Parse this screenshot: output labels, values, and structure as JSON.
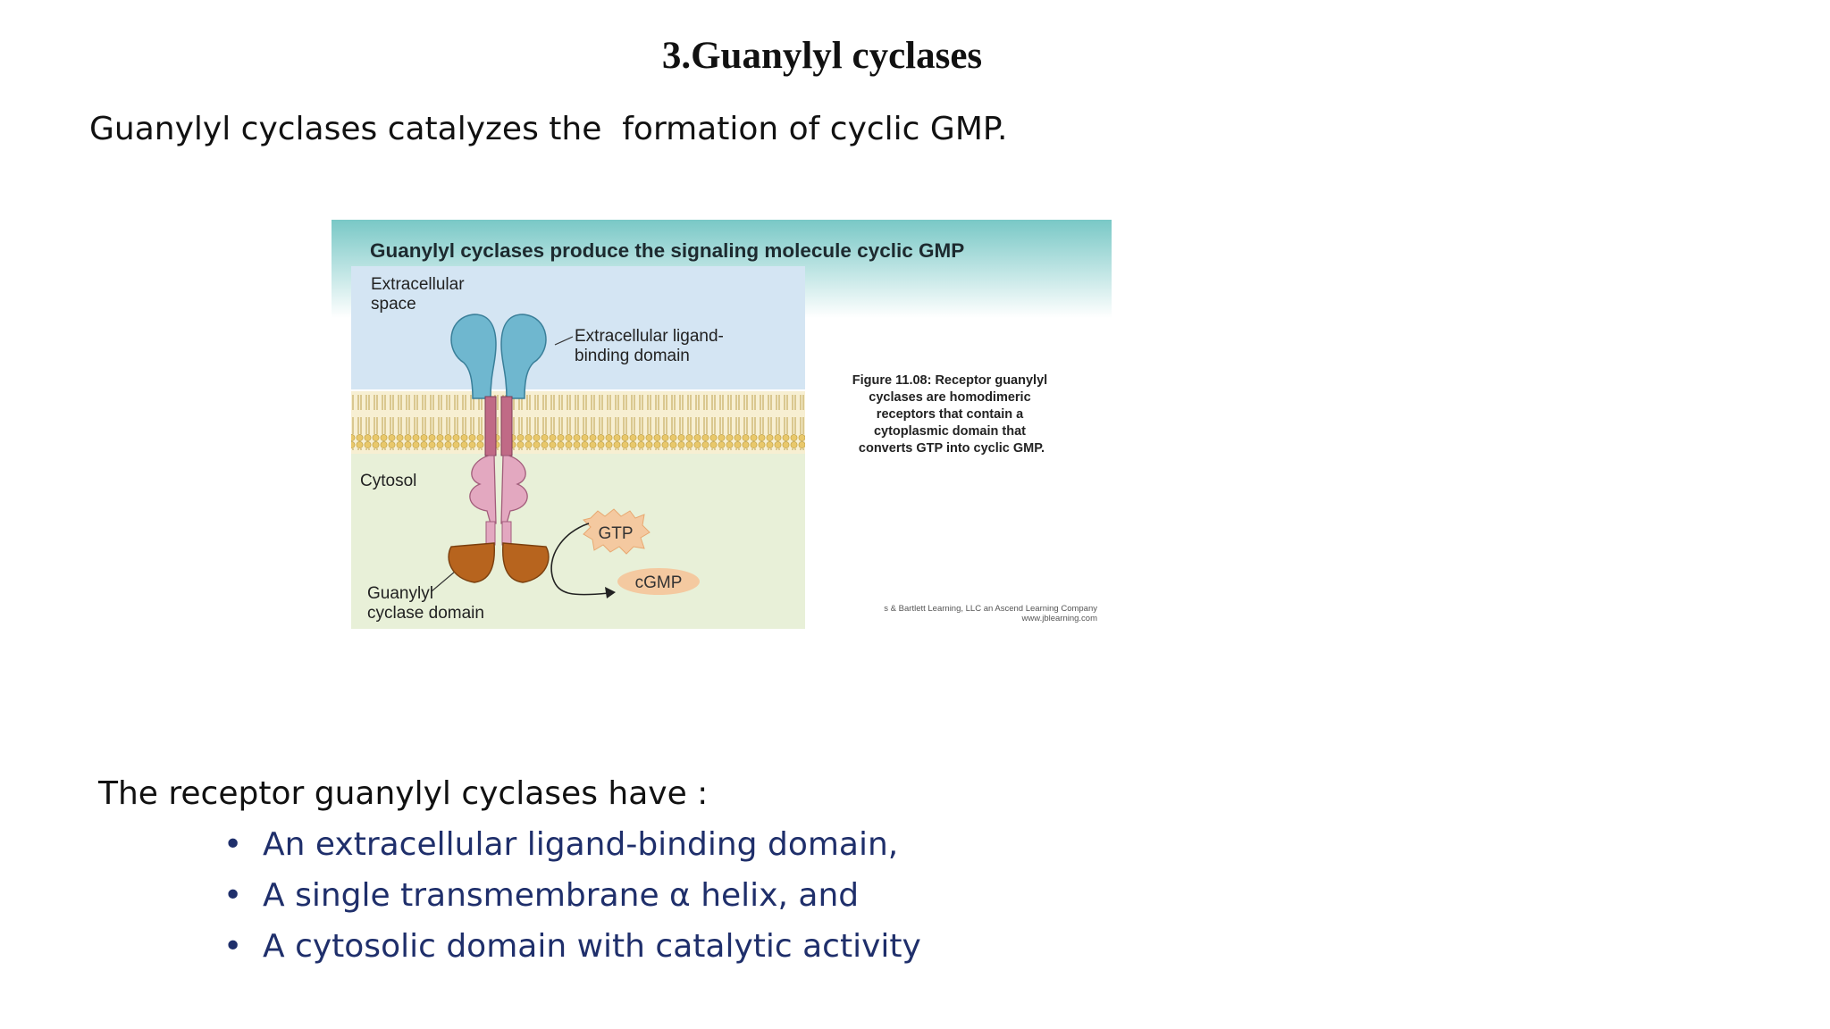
{
  "slide": {
    "title": "3.Guanylyl cyclases",
    "intro": "Guanylyl cyclases catalyzes the  formation of cyclic GMP.",
    "list_heading": "The receptor guanylyl cyclases have :",
    "bullets": [
      "An extracellular ligand-binding domain,",
      "A single transmembrane α helix, and",
      "A cytosolic domain with catalytic activity"
    ],
    "bullet_glyph": "•"
  },
  "figure": {
    "banner": "Guanylyl cyclases produce the signaling molecule cyclic GMP",
    "extracellular_1": "Extracellular",
    "extracellular_2": "space",
    "ligand_domain_1": "Extracellular ligand-",
    "ligand_domain_2": "binding domain",
    "cytosol": "Cytosol",
    "gtp": "GTP",
    "cgmp": "cGMP",
    "cyclase_1": "Guanylyl",
    "cyclase_2": "cyclase domain",
    "caption_lines": [
      "Figure 11.08: Receptor guanylyl",
      "cyclases are homodimeric",
      "receptors that contain a",
      "cytoplasmic domain that",
      "converts GTP into cyclic GMP."
    ],
    "credit_1": "s & Bartlett Learning, LLC an Ascend Learning Company",
    "credit_2": "www.jblearning.com",
    "colors": {
      "banner_top": "#79c8c6",
      "extracellular": "#d4e5f3",
      "cytosol": "#e8f0d8",
      "receptor_head": "#6fb7cf",
      "helix": "#c06a86",
      "cytosolic_lobe": "#e3a8c0",
      "catalytic": "#b7641e",
      "gtp_badge": "#f4c9a0",
      "text_blue": "#1f2f6b"
    }
  }
}
